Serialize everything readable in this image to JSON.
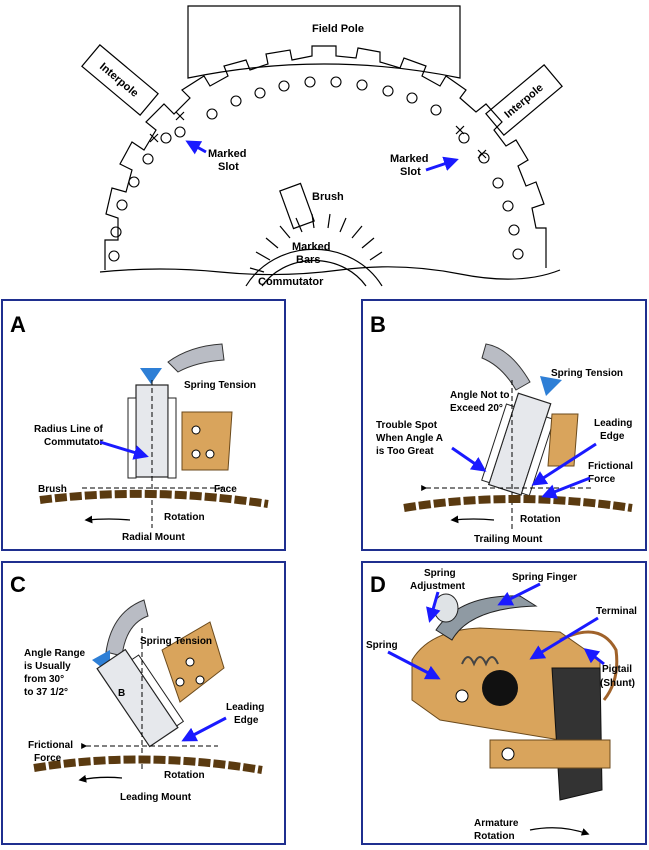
{
  "top": {
    "field_pole": "Field Pole",
    "interpole_left": "Interpole",
    "interpole_right": "Interpole",
    "marked_slot_left": [
      "Marked",
      "Slot"
    ],
    "marked_slot_right": [
      "Marked",
      "Slot"
    ],
    "brush": "Brush",
    "marked_bars": [
      "Marked",
      "Bars"
    ],
    "commutator": "Commutator"
  },
  "panel_a": {
    "letter": "A",
    "spring_tension": "Spring Tension",
    "radius_line": [
      "Radius Line of",
      "Commutator"
    ],
    "brush": "Brush",
    "face": "Face",
    "rotation": "Rotation",
    "caption": "Radial Mount"
  },
  "panel_b": {
    "letter": "B",
    "spring_tension": "Spring Tension",
    "angle_note": [
      "Angle Not to",
      "Exceed 20°"
    ],
    "trouble_spot": [
      "Trouble Spot",
      "When Angle A",
      "is Too Great"
    ],
    "leading_edge": [
      "Leading",
      "Edge"
    ],
    "frictional_force": [
      "Frictional",
      "Force"
    ],
    "rotation": "Rotation",
    "caption": "Trailing Mount"
  },
  "panel_c": {
    "letter": "C",
    "spring_tension": "Spring Tension",
    "angle_range": [
      "Angle Range",
      "is Usually",
      "from 30°",
      "to 37 1/2°"
    ],
    "angle_b": "B",
    "leading_edge": [
      "Leading",
      "Edge"
    ],
    "frictional_force": [
      "Frictional",
      "Force"
    ],
    "rotation": "Rotation",
    "caption": "Leading Mount"
  },
  "panel_d": {
    "letter": "D",
    "spring_adjustment": [
      "Spring",
      "Adjustment"
    ],
    "spring_finger": "Spring Finger",
    "terminal": "Terminal",
    "spring": "Spring",
    "pigtail": [
      "Pigtail",
      "(Shunt)"
    ],
    "armature_rotation": [
      "Armature",
      "Rotation"
    ]
  },
  "colors": {
    "panel_border": "#1f2f8f",
    "arrow": "#1a1aff",
    "copper": "#d9a45c",
    "spring_arrow": "#2e7fd6"
  }
}
